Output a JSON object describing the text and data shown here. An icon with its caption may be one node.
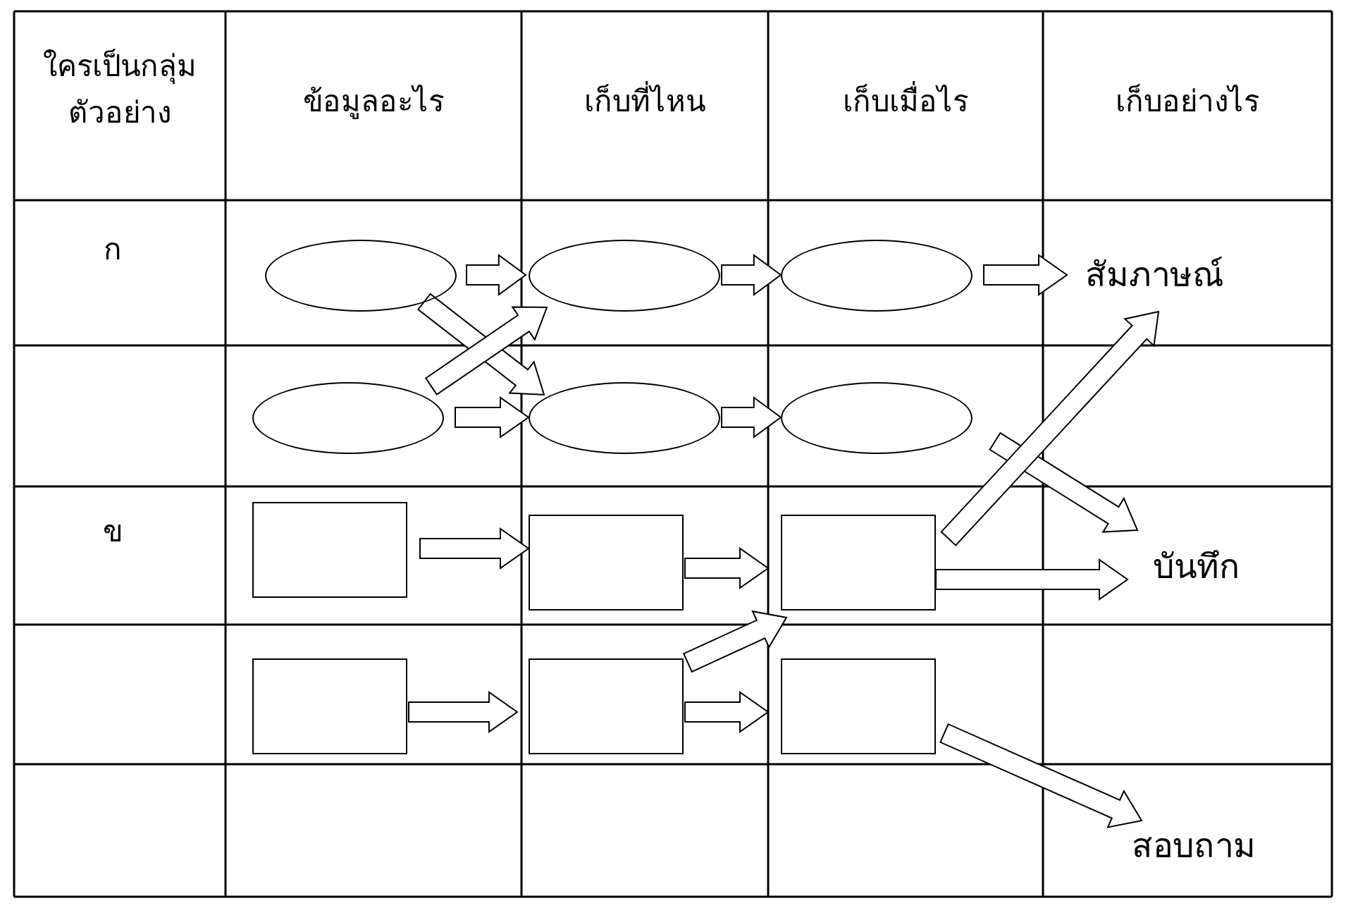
{
  "diagram": {
    "nodes": [
      {
        "text": [],
        "shape": "ellipse"
      },
      {
        "text": [],
        "shape": "ellipse"
      },
      {
        "text": [],
        "shape": "ellipse"
      },
      {
        "text": [
          "สัมภาษณ์"
        ]
      },
      {
        "text": [],
        "shape": "ellipse"
      },
      {
        "text": [],
        "shape": "ellipse"
      },
      {
        "text": [],
        "shape": "ellipse"
      },
      {
        "text": [],
        "shape": "box"
      },
      {
        "text": [],
        "shape": "box"
      },
      {
        "text": [],
        "shape": "box"
      },
      {
        "text": [
          "บันทึก"
        ]
      },
      {
        "text": [],
        "shape": "box"
      },
      {
        "text": [],
        "shape": "box"
      },
      {
        "text": [],
        "shape": "box"
      },
      {
        "text": [
          "สอบถาม"
        ]
      }
    ],
    "edges": [
      {
        "from": 0,
        "to": 1,
        "arrow": "to"
      },
      {
        "from": 1,
        "to": 2,
        "arrow": "to"
      },
      {
        "from": 2,
        "to": 3,
        "arrow": "to"
      },
      {
        "from": 0,
        "to": 5,
        "arrow": "to"
      },
      {
        "from": 4,
        "to": 1,
        "arrow": "to"
      },
      {
        "from": 4,
        "to": 5,
        "arrow": "to"
      },
      {
        "from": 5,
        "to": 6,
        "arrow": "to"
      },
      {
        "from": 6,
        "to": 10,
        "arrow": "to"
      },
      {
        "from": 9,
        "to": 3,
        "arrow": "to"
      },
      {
        "from": 7,
        "to": 8,
        "arrow": "to"
      },
      {
        "from": 8,
        "to": 9,
        "arrow": "to"
      },
      {
        "from": 9,
        "to": 10,
        "arrow": "to"
      },
      {
        "from": 11,
        "to": 12,
        "arrow": "to"
      },
      {
        "from": 12,
        "to": 13,
        "arrow": "to"
      },
      {
        "from": 12,
        "to": 9,
        "arrow": "to"
      },
      {
        "from": 13,
        "to": 14,
        "arrow": "to"
      }
    ],
    "labels": [
      "ใครเป็นกลุ่มตัวอย่าง",
      "ข้อมูลอะไร",
      "เก็บที่ไหน",
      "เก็บเมื่อไร",
      "เก็บอย่างไร",
      "ก",
      "ข"
    ]
  }
}
